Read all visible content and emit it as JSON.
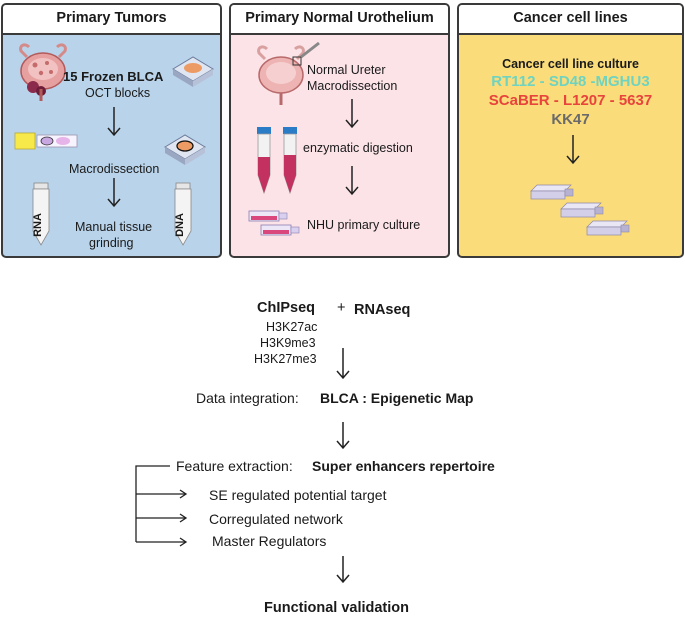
{
  "panels": {
    "tumors": {
      "title": "Primary Tumors",
      "frozen": "15 Frozen  BLCA",
      "oct": "OCT blocks",
      "macro": "Macrodissection",
      "grind1": "Manual tissue",
      "grind2": "grinding",
      "rna_label": "RNA",
      "dna_label": "DNA"
    },
    "normal": {
      "title": "Primary Normal Urothelium",
      "ureter1": "Normal Ureter",
      "ureter2": "Macrodissection",
      "digest": "enzymatic digestion",
      "culture": "NHU primary culture"
    },
    "cancer": {
      "title": "Cancer cell lines",
      "heading": "Cancer cell line culture",
      "line1": "RT112 - SD48 -MGHU3",
      "line2": "SCaBER - L1207 - 5637",
      "line3": "KK47",
      "colors": {
        "line1": "#6fd3c0",
        "line2": "#e8433c",
        "line3": "#6a6a6a"
      }
    }
  },
  "workflow": {
    "chipseq": "ChIPseq",
    "plus": "+",
    "rnaseq": "RNAseq",
    "marks": [
      "H3K27ac",
      "H3K9me3",
      "H3K27me3"
    ],
    "integration_label": "Data integration:",
    "integration_value": "BLCA : Epigenetic Map",
    "feature_label": "Feature extraction:",
    "feature_value": "Super enhancers repertoire",
    "branches": [
      "SE regulated potential target",
      "Corregulated network",
      "Master  Regulators"
    ],
    "final": "Functional validation"
  },
  "colors": {
    "tumors_bg": "#b9d3ea",
    "normal_bg": "#fce3e8",
    "cancer_bg": "#fbdc7a"
  }
}
